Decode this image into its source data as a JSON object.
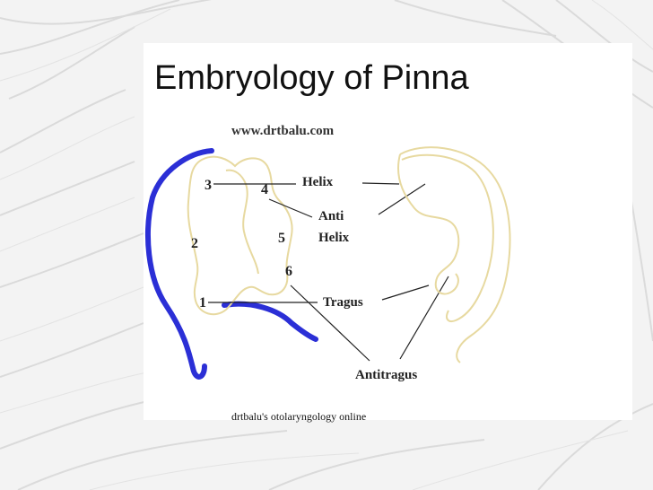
{
  "slide": {
    "title": "Embryology of Pinna",
    "footer": "drtbalu's otolaryngology online"
  },
  "diagram": {
    "watermark": "www.drtbalu.com",
    "hillock_numbers": [
      "1",
      "2",
      "3",
      "4",
      "5",
      "6"
    ],
    "labels": {
      "helix": "Helix",
      "anti": "Anti",
      "anti_helix": "Helix",
      "tragus": "Tragus",
      "antitragus": "Antitragus"
    }
  },
  "colors": {
    "ear_outline": "#e7d9a0",
    "blue_curve": "#2b2fd6",
    "pointer_lines": "#222222"
  }
}
